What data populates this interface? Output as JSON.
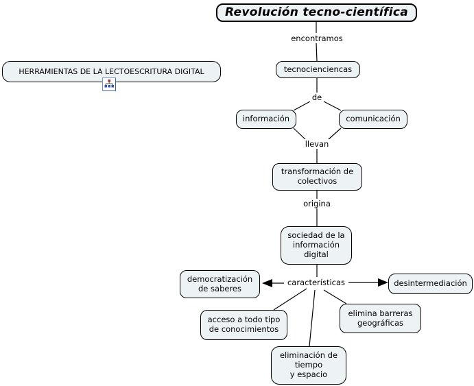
{
  "title": "Revolución tecno-científica",
  "concepts": {
    "herramientas": "HERRAMIENTAS DE LA LECTOESCRITURA DIGITAL",
    "tecnociencias": "tecnocienciencas",
    "informacion": "información",
    "comunicacion": "comunicación",
    "transformacion": "transformación de\ncolectivos",
    "sociedad": "sociedad de la\ninformación\ndigital",
    "democratizacion": "democratización\nde saberes",
    "desintermediacion": "desintermediación",
    "acceso": "acceso a todo tipo\nde conocimientos",
    "barreras": "elimina barreras\ngeográficas",
    "eliminacion": "eliminación de\ntiempo\ny espacio"
  },
  "linking_phrases": {
    "encontramos": "encontramos",
    "de": "de",
    "llevan": "llevan",
    "origina": "origina",
    "caracteristicas": "características"
  },
  "icons": {
    "cmap_resource": "concept-map-resource-icon"
  },
  "colors": {
    "node_fill": "#edf2f4",
    "node_border": "#000000",
    "line": "#000000",
    "background": "#ffffff",
    "icon_border": "#6e96c4",
    "icon_square_top": "#a03030",
    "icon_square_bottom": "#3355aa"
  }
}
